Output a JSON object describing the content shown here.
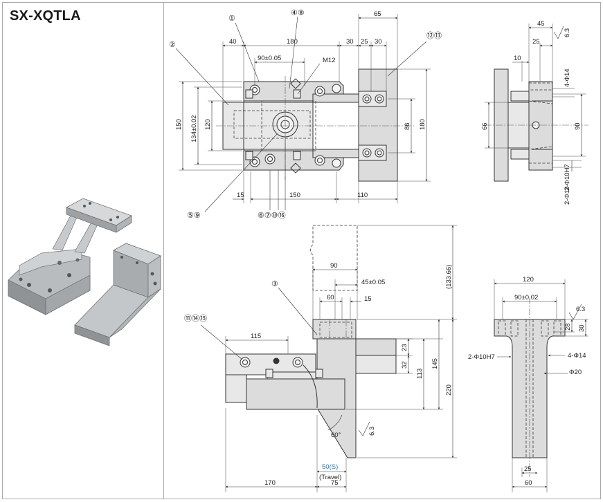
{
  "model": "SX-XQTLA",
  "balloons": [
    "①",
    "④⑧",
    "②",
    "⑫⑬",
    "⑤⑨",
    "⑥⑦⑩⑯",
    "③",
    "⑪⑭⑮"
  ],
  "top_view": {
    "dims": [
      "40",
      "180",
      "30",
      "65",
      "25",
      "30",
      "90±0.05",
      "M12",
      "150",
      "134±0.02",
      "120",
      "86",
      "180",
      "15",
      "150",
      "110"
    ]
  },
  "side_view": {
    "dims": [
      "45",
      "25",
      "6.3",
      "10",
      "4-Φ14",
      "66",
      "90",
      "2-Φ10H7",
      "2-Φ12"
    ]
  },
  "front_view": {
    "dims": [
      "90",
      "45±0.05",
      "(133.66)",
      "60",
      "15",
      "115",
      "23",
      "32",
      "113",
      "145",
      "220",
      "60°",
      "6.3",
      "170",
      "75"
    ],
    "stroke_value": "50(S)",
    "stroke_label": "(Travel)"
  },
  "end_view": {
    "dims": [
      "120",
      "90±0.02",
      "6.3",
      "28",
      "30",
      "2-Φ10H7",
      "4-Φ14",
      "Φ20",
      "25",
      "60"
    ]
  },
  "colors": {
    "part_fill": "#dcdcdc",
    "line": "#333333",
    "accent": "#2a7fae"
  }
}
